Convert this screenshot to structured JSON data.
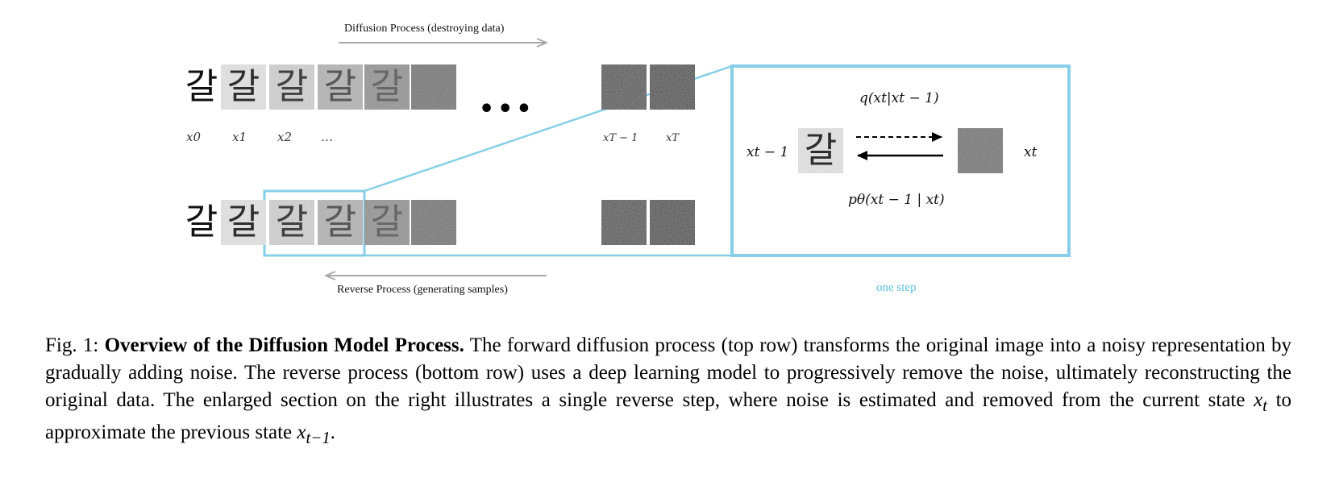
{
  "diagram": {
    "glyph": "갈",
    "forward": {
      "caption": "Diffusion Process (destroying data)",
      "labels": [
        "x0",
        "x1",
        "x2",
        "…",
        "xT − 1",
        "xT"
      ],
      "noise_levels": [
        0.0,
        0.08,
        0.18,
        0.35,
        0.55,
        0.75,
        0.95,
        1.0
      ]
    },
    "reverse": {
      "caption": "Reverse Process (generating samples)",
      "noise_levels": [
        0.0,
        0.08,
        0.18,
        0.35,
        0.55,
        0.75,
        0.95,
        1.0
      ]
    },
    "ellipsis": "•••",
    "step": {
      "left_label": "xt − 1",
      "right_label": "xt",
      "q_label": "q(xt|xt − 1)",
      "p_label": "pθ(xt − 1 | xt)",
      "label": "one step"
    },
    "colors": {
      "highlight": "#87cfe8",
      "arrow": "#a9a9a9"
    }
  },
  "caption": {
    "prefix": "Fig. 1:",
    "title": "Overview of the Diffusion Model Process.",
    "body": "The forward diffusion process (top row) transforms the original image into a noisy representation by gradually adding noise. The reverse process (bottom row) uses a deep learning model to progressively remove the noise, ultimately reconstructing the original data. The enlarged section on the right illustrates a single reverse step, where noise is estimated and removed from the current state",
    "var1": "x",
    "var1_sub": "t",
    "mid": "to approximate the previous state",
    "var2": "x",
    "var2_sub": "t−1",
    "end": "."
  }
}
